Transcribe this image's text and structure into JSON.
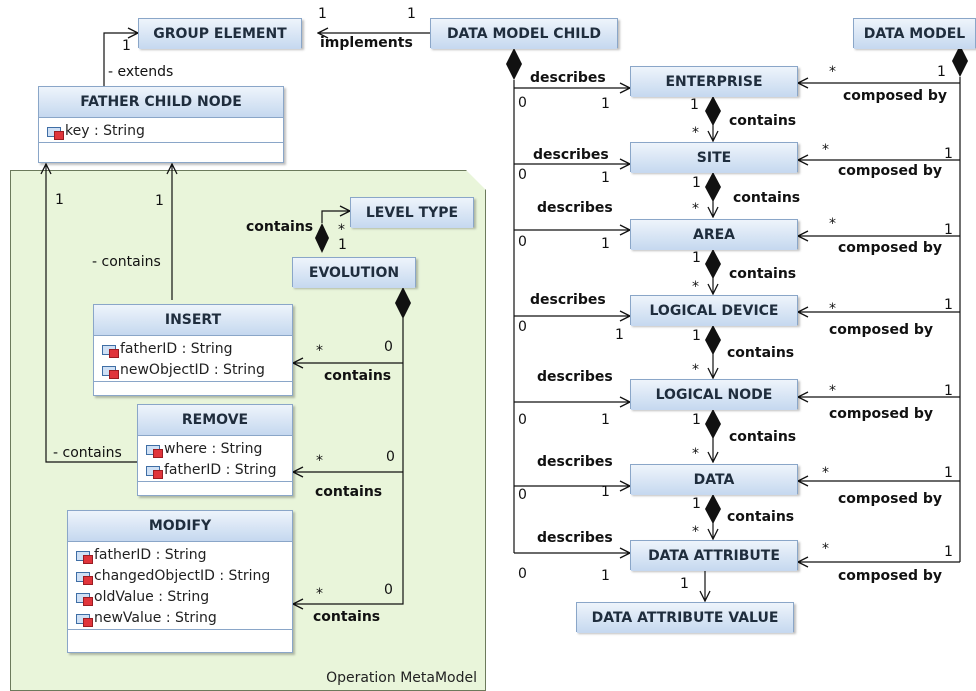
{
  "package_label": "Operation MetaModel",
  "classes": {
    "group_element": "GROUP ELEMENT",
    "data_model_child": "DATA MODEL CHILD",
    "data_model": "DATA MODEL",
    "father_child_node": {
      "title": "FATHER CHILD NODE",
      "attrs": [
        "key : String"
      ]
    },
    "level_type": "LEVEL TYPE",
    "evolution": "EVOLUTION",
    "insert": {
      "title": "INSERT",
      "attrs": [
        "fatherID : String",
        "newObjectID : String"
      ]
    },
    "remove": {
      "title": "REMOVE",
      "attrs": [
        "where : String",
        "fatherID : String"
      ]
    },
    "modify": {
      "title": "MODIFY",
      "attrs": [
        "fatherID : String",
        "changedObjectID : String",
        "oldValue : String",
        "newValue : String"
      ]
    },
    "enterprise": "ENTERPRISE",
    "site": "SITE",
    "area": "AREA",
    "logical_device": "LOGICAL DEVICE",
    "logical_node": "LOGICAL NODE",
    "data": "DATA",
    "data_attribute": "DATA ATTRIBUTE",
    "data_attribute_value": "DATA ATTRIBUTE VALUE"
  },
  "labels": {
    "implements": "implements",
    "extends": "- extends",
    "contains_dash": "- contains",
    "contains": "contains",
    "describes": "describes",
    "composed_by": "composed by",
    "one": "1",
    "zero": "0",
    "star": "*"
  }
}
